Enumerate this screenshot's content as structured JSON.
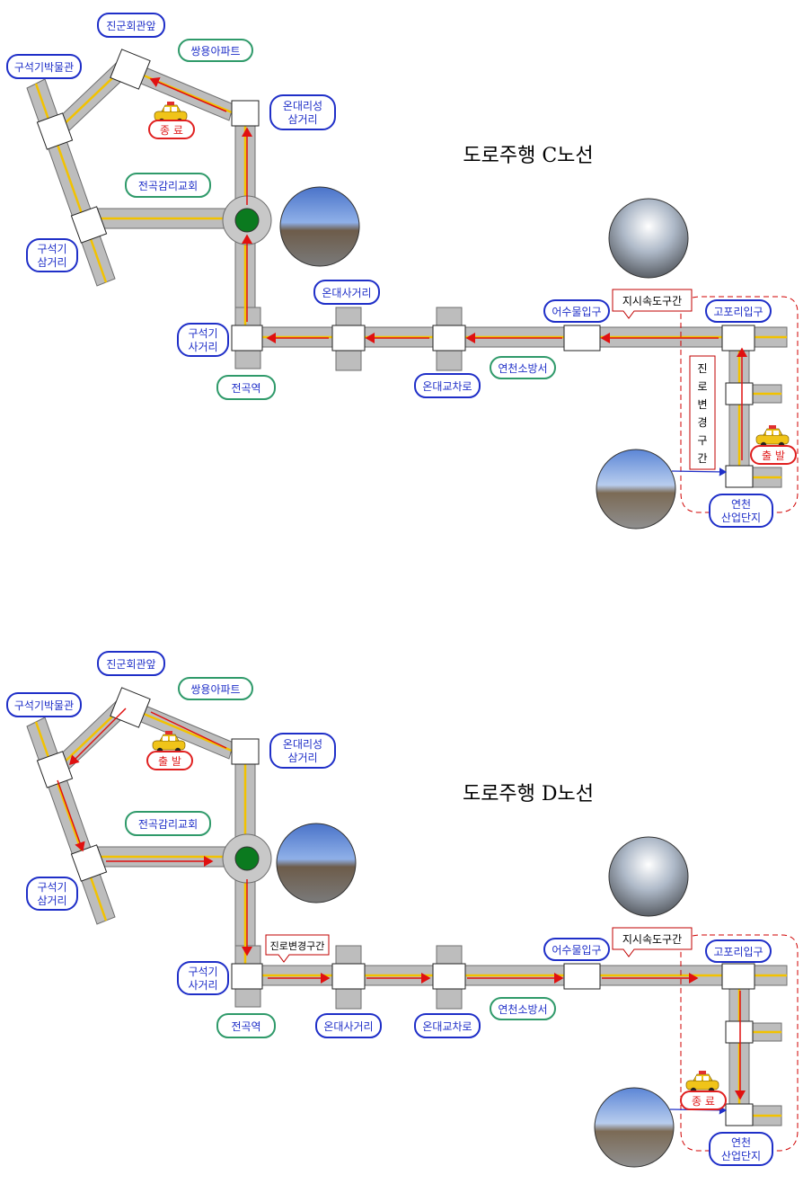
{
  "colors": {
    "road": "#bdbdbd",
    "road_edge": "#6e6e6e",
    "center_line": "#f2c200",
    "route": "#e01010",
    "blue_label": "#1f2fc8",
    "green_label": "#2f9a6a",
    "red_label": "#e02020",
    "box_border": "#c00000",
    "zone": "#d00000",
    "circle_green": "#0b7a1f"
  },
  "diagrams": [
    {
      "title": "도로주행 C노선",
      "labels": {
        "jingun": "진군회관앞",
        "ssangyong": "쌍용아파트",
        "museum": "구석기박물관",
        "ondae_samgeori": [
          "온대리성",
          "삼거리"
        ],
        "church": "전곡감리교회",
        "guseokgi_samgeori": [
          "구석기",
          "삼거리"
        ],
        "guseokgi_sageori": [
          "구석기",
          "사거리"
        ],
        "station": "전곡역",
        "ondae_sageori": "온대사거리",
        "ondae_intersection": "온대교차로",
        "fire": "연천소방서",
        "eosumul": "어수물입구",
        "gopori": "고포리입구",
        "industrial": [
          "연천",
          "산업단지"
        ]
      },
      "boxes": {
        "speed_zone": "지시속도구간",
        "lane_change_vertical": [
          "진",
          "로",
          "변",
          "경",
          "구",
          "간"
        ]
      },
      "badges": {
        "end": "종 료",
        "start": "출 발"
      },
      "icons": [
        "taxi-icon",
        "photo-circle-icon",
        "roundabout-icon"
      ]
    },
    {
      "title": "도로주행 D노선",
      "labels": {
        "jingun": "진군회관앞",
        "ssangyong": "쌍용아파트",
        "museum": "구석기박물관",
        "ondae_samgeori": [
          "온대리성",
          "삼거리"
        ],
        "church": "전곡감리교회",
        "guseokgi_samgeori": [
          "구석기",
          "삼거리"
        ],
        "guseokgi_sageori": [
          "구석기",
          "사거리"
        ],
        "station": "전곡역",
        "ondae_sageori": "온대사거리",
        "ondae_intersection": "온대교차로",
        "fire": "연천소방서",
        "eosumul": "어수물입구",
        "gopori": "고포리입구",
        "industrial": [
          "연천",
          "산업단지"
        ]
      },
      "boxes": {
        "speed_zone": "지시속도구간",
        "lane_change": "진로변경구간"
      },
      "badges": {
        "start": "출 발",
        "end": "종 료"
      },
      "icons": [
        "taxi-icon",
        "photo-circle-icon",
        "roundabout-icon"
      ]
    }
  ]
}
